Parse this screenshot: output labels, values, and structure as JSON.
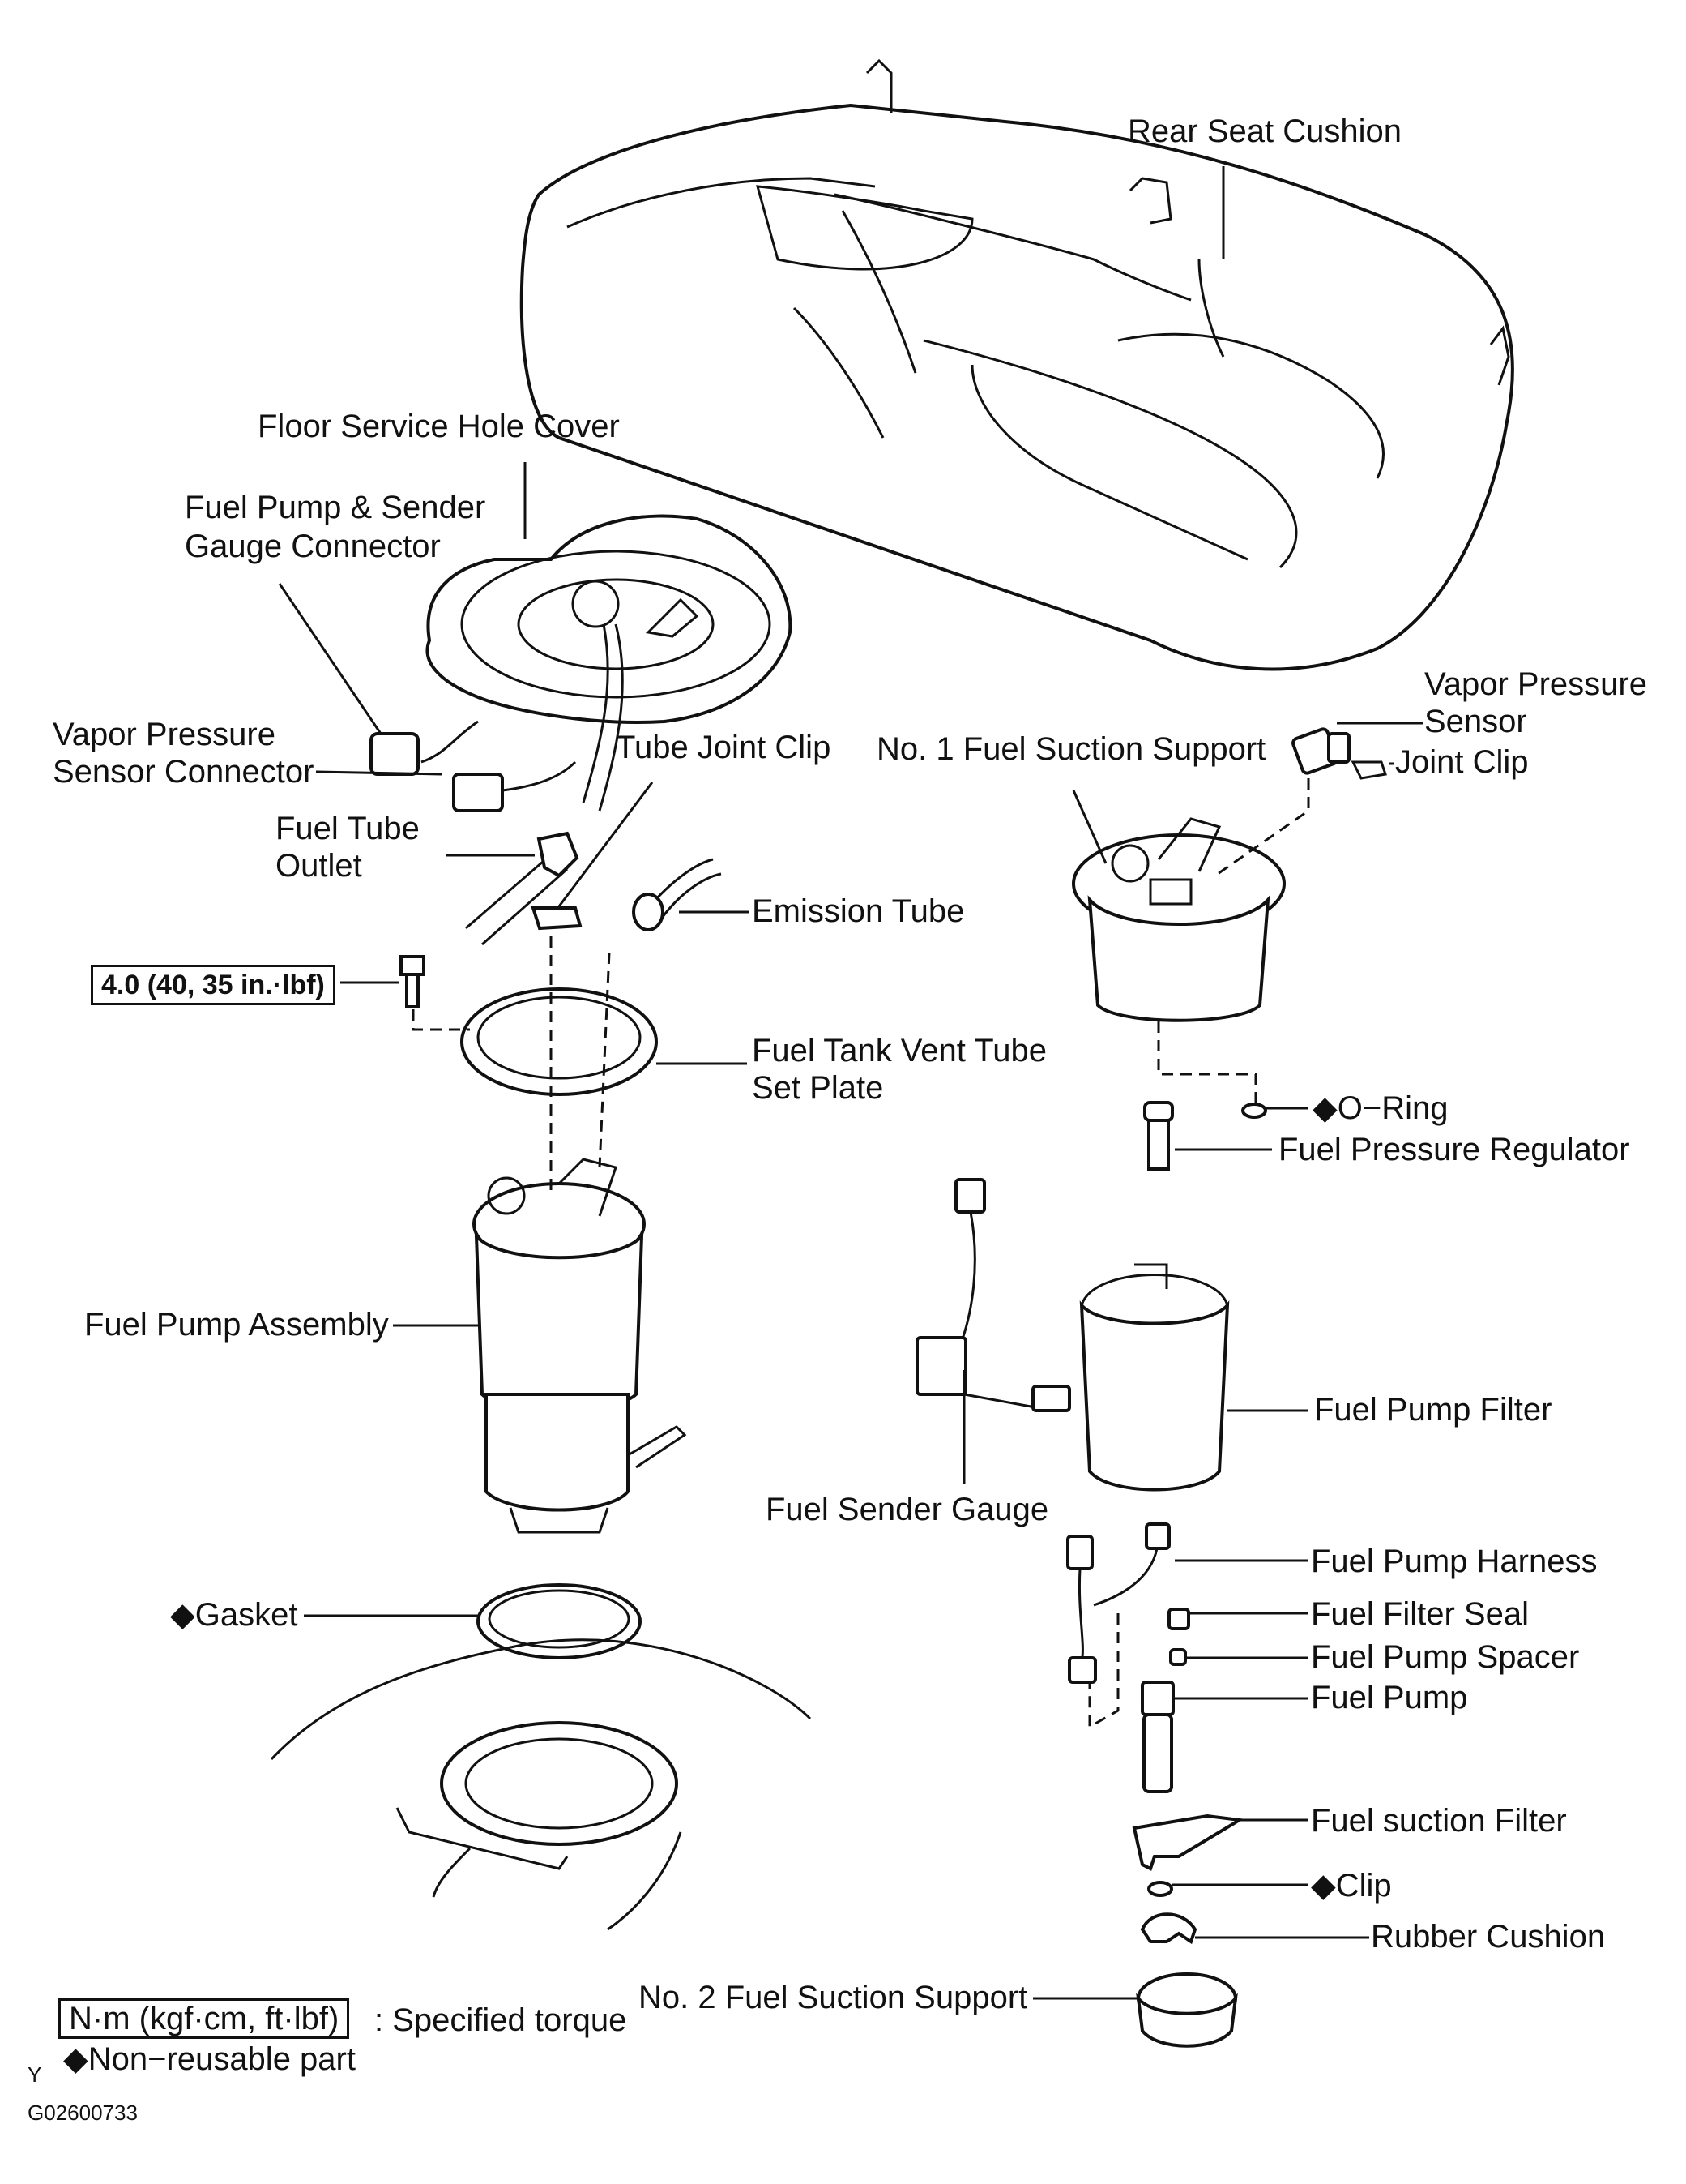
{
  "figure_code": "G02600733",
  "corner_mark": "Y",
  "labels": {
    "rear_seat_cushion": "Rear Seat Cushion",
    "floor_service_hole_cover": "Floor Service Hole Cover",
    "fuel_pump_sender_connector_1": "Fuel Pump & Sender",
    "fuel_pump_sender_connector_2": "Gauge Connector",
    "vapor_pressure_sensor_connector_1": "Vapor Pressure",
    "vapor_pressure_sensor_connector_2": "Sensor Connector",
    "tube_joint_clip": "Tube Joint Clip",
    "no1_fuel_suction_support": "No. 1 Fuel Suction Support",
    "vapor_pressure_sensor_1": "Vapor Pressure",
    "vapor_pressure_sensor_2": "Sensor",
    "joint_clip": "Joint Clip",
    "fuel_tube_outlet_1": "Fuel Tube",
    "fuel_tube_outlet_2": "Outlet",
    "emission_tube": "Emission Tube",
    "torque_value": "4.0 (40, 35 in.·lbf)",
    "fuel_tank_vent_tube_1": "Fuel Tank Vent Tube",
    "fuel_tank_vent_tube_2": "Set Plate",
    "o_ring": "◆O−Ring",
    "fuel_pressure_regulator": "Fuel Pressure Regulator",
    "fuel_pump_assembly": "Fuel Pump Assembly",
    "fuel_pump_filter": "Fuel Pump Filter",
    "fuel_sender_gauge": "Fuel Sender Gauge",
    "fuel_pump_harness": "Fuel Pump Harness",
    "gasket": "◆Gasket",
    "fuel_filter_seal": "Fuel Filter Seal",
    "fuel_pump_spacer": "Fuel Pump Spacer",
    "fuel_pump": "Fuel Pump",
    "fuel_suction_filter": "Fuel suction Filter",
    "clip": "◆Clip",
    "rubber_cushion": "Rubber Cushion",
    "no2_fuel_suction_support": "No. 2 Fuel Suction Support"
  },
  "legend": {
    "torque_unit": "N·m (kgf·cm, ft·lbf)",
    "torque_text": ": Specified torque",
    "non_reusable": "◆Non−reusable part"
  }
}
